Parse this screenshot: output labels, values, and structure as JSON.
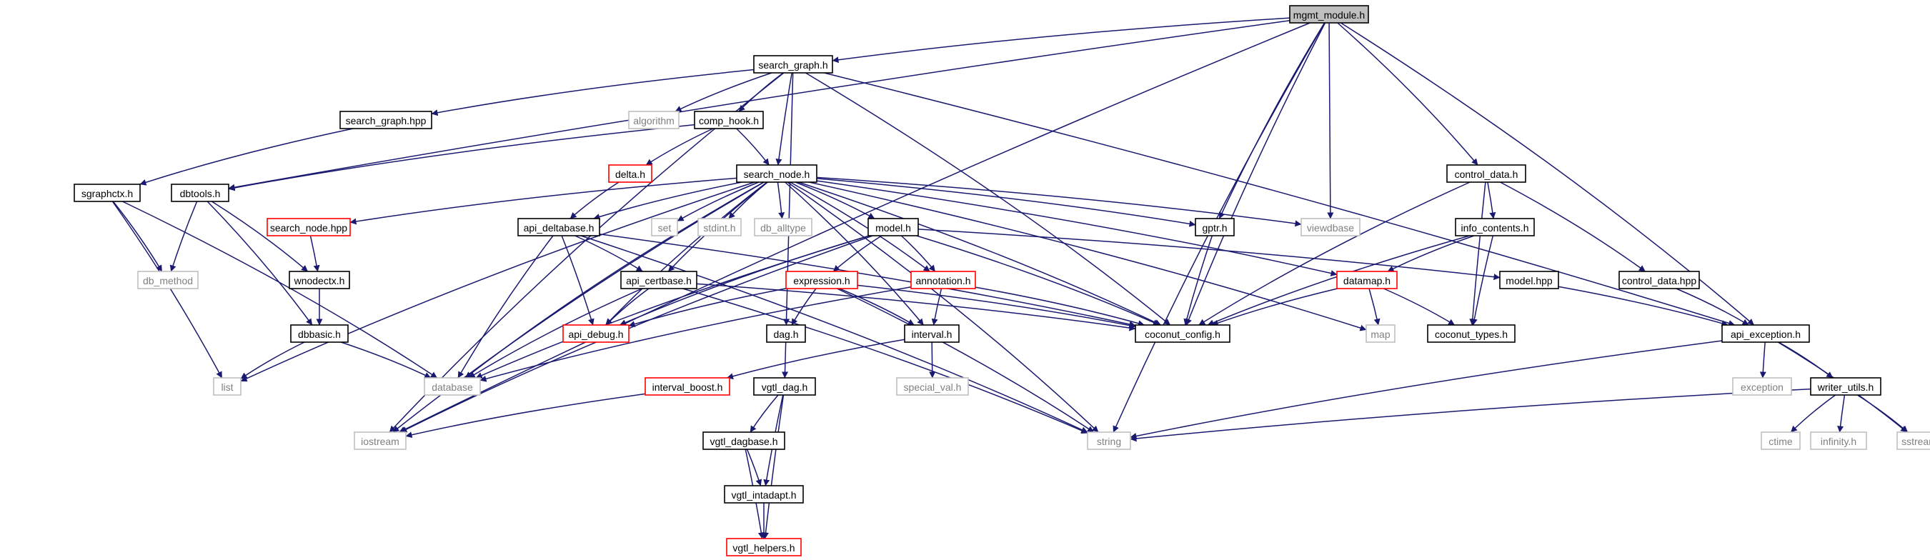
{
  "colors": {
    "edge": "#191970",
    "root_fill": "#bfbfbf",
    "documented_border": "#000000",
    "truncated_border": "#ff0000",
    "external_border": "#bfbfbf",
    "external_text": "#808080",
    "text": "#000000"
  },
  "nodes": [
    {
      "id": "mgmt_module",
      "label": "mgmt_module.h",
      "kind": "root"
    },
    {
      "id": "search_graph",
      "label": "search_graph.h",
      "kind": "doc"
    },
    {
      "id": "search_graph_hpp",
      "label": "search_graph.hpp",
      "kind": "doc"
    },
    {
      "id": "algorithm",
      "label": "algorithm",
      "kind": "ext"
    },
    {
      "id": "comp_hook",
      "label": "comp_hook.h",
      "kind": "doc"
    },
    {
      "id": "delta",
      "label": "delta.h",
      "kind": "trunc"
    },
    {
      "id": "search_node",
      "label": "search_node.h",
      "kind": "doc"
    },
    {
      "id": "sgraphctx",
      "label": "sgraphctx.h",
      "kind": "doc"
    },
    {
      "id": "dbtools",
      "label": "dbtools.h",
      "kind": "doc"
    },
    {
      "id": "search_node_hpp",
      "label": "search_node.hpp",
      "kind": "trunc"
    },
    {
      "id": "api_deltabase",
      "label": "api_deltabase.h",
      "kind": "doc"
    },
    {
      "id": "set",
      "label": "set",
      "kind": "ext"
    },
    {
      "id": "stdint",
      "label": "stdint.h",
      "kind": "ext"
    },
    {
      "id": "db_alltype",
      "label": "db_alltype",
      "kind": "ext"
    },
    {
      "id": "model_h",
      "label": "model.h",
      "kind": "doc"
    },
    {
      "id": "gptr",
      "label": "gptr.h",
      "kind": "doc"
    },
    {
      "id": "viewdbase",
      "label": "viewdbase",
      "kind": "ext"
    },
    {
      "id": "control_data",
      "label": "control_data.h",
      "kind": "doc"
    },
    {
      "id": "info_contents",
      "label": "info_contents.h",
      "kind": "doc"
    },
    {
      "id": "db_method",
      "label": "db_method",
      "kind": "ext"
    },
    {
      "id": "wnodectx",
      "label": "wnodectx.h",
      "kind": "doc"
    },
    {
      "id": "api_certbase",
      "label": "api_certbase.h",
      "kind": "doc"
    },
    {
      "id": "expression",
      "label": "expression.h",
      "kind": "trunc"
    },
    {
      "id": "annotation",
      "label": "annotation.h",
      "kind": "trunc"
    },
    {
      "id": "datamap",
      "label": "datamap.h",
      "kind": "trunc"
    },
    {
      "id": "model_hpp",
      "label": "model.hpp",
      "kind": "doc"
    },
    {
      "id": "control_data_hpp",
      "label": "control_data.hpp",
      "kind": "doc"
    },
    {
      "id": "dbbasic",
      "label": "dbbasic.h",
      "kind": "doc"
    },
    {
      "id": "api_debug",
      "label": "api_debug.h",
      "kind": "trunc"
    },
    {
      "id": "dag",
      "label": "dag.h",
      "kind": "doc"
    },
    {
      "id": "interval",
      "label": "interval.h",
      "kind": "doc"
    },
    {
      "id": "coconut_config",
      "label": "coconut_config.h",
      "kind": "doc"
    },
    {
      "id": "map",
      "label": "map",
      "kind": "ext"
    },
    {
      "id": "coconut_types",
      "label": "coconut_types.h",
      "kind": "doc"
    },
    {
      "id": "api_exception",
      "label": "api_exception.h",
      "kind": "doc"
    },
    {
      "id": "list",
      "label": "list",
      "kind": "ext"
    },
    {
      "id": "database",
      "label": "database",
      "kind": "ext"
    },
    {
      "id": "interval_boost",
      "label": "interval_boost.h",
      "kind": "trunc"
    },
    {
      "id": "vgtl_dag",
      "label": "vgtl_dag.h",
      "kind": "doc"
    },
    {
      "id": "special_val",
      "label": "special_val.h",
      "kind": "ext"
    },
    {
      "id": "exception",
      "label": "exception",
      "kind": "ext"
    },
    {
      "id": "writer_utils",
      "label": "writer_utils.h",
      "kind": "doc"
    },
    {
      "id": "iostream",
      "label": "iostream",
      "kind": "ext"
    },
    {
      "id": "vgtl_dagbase",
      "label": "vgtl_dagbase.h",
      "kind": "doc"
    },
    {
      "id": "string",
      "label": "string",
      "kind": "ext"
    },
    {
      "id": "ctime",
      "label": "ctime",
      "kind": "ext"
    },
    {
      "id": "infinity",
      "label": "infinity.h",
      "kind": "ext"
    },
    {
      "id": "sstream",
      "label": "sstream",
      "kind": "ext"
    },
    {
      "id": "vgtl_intadapt",
      "label": "vgtl_intadapt.h",
      "kind": "doc"
    },
    {
      "id": "vgtl_helpers",
      "label": "vgtl_helpers.h",
      "kind": "trunc"
    }
  ],
  "edges": [
    [
      "mgmt_module",
      "search_graph"
    ],
    [
      "mgmt_module",
      "iostream"
    ],
    [
      "mgmt_module",
      "dbtools"
    ],
    [
      "mgmt_module",
      "gptr"
    ],
    [
      "mgmt_module",
      "viewdbase"
    ],
    [
      "mgmt_module",
      "coconut_config"
    ],
    [
      "mgmt_module",
      "control_data"
    ],
    [
      "mgmt_module",
      "api_exception"
    ],
    [
      "mgmt_module",
      "string"
    ],
    [
      "search_graph",
      "search_graph_hpp"
    ],
    [
      "search_graph",
      "algorithm"
    ],
    [
      "search_graph",
      "comp_hook"
    ],
    [
      "search_graph",
      "search_node"
    ],
    [
      "search_graph",
      "iostream"
    ],
    [
      "search_graph",
      "dag"
    ],
    [
      "search_graph",
      "coconut_config"
    ],
    [
      "search_graph",
      "api_exception"
    ],
    [
      "search_graph_hpp",
      "sgraphctx"
    ],
    [
      "comp_hook",
      "delta"
    ],
    [
      "comp_hook",
      "search_node"
    ],
    [
      "comp_hook",
      "dbtools"
    ],
    [
      "delta",
      "api_deltabase"
    ],
    [
      "search_node",
      "list"
    ],
    [
      "search_node",
      "search_node_hpp"
    ],
    [
      "search_node",
      "api_deltabase"
    ],
    [
      "search_node",
      "set"
    ],
    [
      "search_node",
      "stdint"
    ],
    [
      "search_node",
      "db_alltype"
    ],
    [
      "search_node",
      "model_h"
    ],
    [
      "search_node",
      "gptr"
    ],
    [
      "search_node",
      "viewdbase"
    ],
    [
      "search_node",
      "datamap"
    ],
    [
      "search_node",
      "annotation"
    ],
    [
      "search_node",
      "api_certbase"
    ],
    [
      "search_node",
      "api_debug"
    ],
    [
      "search_node",
      "database"
    ],
    [
      "search_node",
      "iostream"
    ],
    [
      "search_node",
      "coconut_config"
    ],
    [
      "search_node",
      "map"
    ],
    [
      "search_node",
      "string"
    ],
    [
      "search_node",
      "interval"
    ],
    [
      "sgraphctx",
      "db_method"
    ],
    [
      "sgraphctx",
      "list"
    ],
    [
      "sgraphctx",
      "database"
    ],
    [
      "dbtools",
      "db_method"
    ],
    [
      "dbtools",
      "wnodectx"
    ],
    [
      "dbtools",
      "dbbasic"
    ],
    [
      "search_node_hpp",
      "wnodectx"
    ],
    [
      "wnodectx",
      "dbbasic"
    ],
    [
      "dbbasic",
      "list"
    ],
    [
      "dbbasic",
      "database"
    ],
    [
      "api_deltabase",
      "api_certbase"
    ],
    [
      "api_deltabase",
      "api_debug"
    ],
    [
      "api_deltabase",
      "database"
    ],
    [
      "api_deltabase",
      "string"
    ],
    [
      "api_deltabase",
      "coconut_config"
    ],
    [
      "api_certbase",
      "api_debug"
    ],
    [
      "api_certbase",
      "database"
    ],
    [
      "api_certbase",
      "coconut_config"
    ],
    [
      "api_certbase",
      "string"
    ],
    [
      "model_h",
      "expression"
    ],
    [
      "model_h",
      "annotation"
    ],
    [
      "model_h",
      "model_hpp"
    ],
    [
      "model_h",
      "api_debug"
    ],
    [
      "model_h",
      "database"
    ],
    [
      "model_h",
      "coconut_config"
    ],
    [
      "model_h",
      "iostream"
    ],
    [
      "expression",
      "api_debug"
    ],
    [
      "expression",
      "dag"
    ],
    [
      "expression",
      "interval"
    ],
    [
      "expression",
      "coconut_config"
    ],
    [
      "expression",
      "string"
    ],
    [
      "annotation",
      "interval"
    ],
    [
      "annotation",
      "database"
    ],
    [
      "annotation",
      "coconut_config"
    ],
    [
      "gptr",
      "coconut_config"
    ],
    [
      "control_data",
      "info_contents"
    ],
    [
      "control_data",
      "coconut_config"
    ],
    [
      "control_data",
      "coconut_types"
    ],
    [
      "control_data",
      "control_data_hpp"
    ],
    [
      "info_contents",
      "datamap"
    ],
    [
      "info_contents",
      "coconut_types"
    ],
    [
      "info_contents",
      "coconut_config"
    ],
    [
      "datamap",
      "map"
    ],
    [
      "datamap",
      "coconut_types"
    ],
    [
      "datamap",
      "coconut_config"
    ],
    [
      "model_hpp",
      "api_exception"
    ],
    [
      "control_data_hpp",
      "api_exception"
    ],
    [
      "dag",
      "vgtl_dag"
    ],
    [
      "interval",
      "interval_boost"
    ],
    [
      "interval",
      "special_val"
    ],
    [
      "interval_boost",
      "iostream"
    ],
    [
      "vgtl_dag",
      "vgtl_dagbase"
    ],
    [
      "vgtl_dag",
      "vgtl_intadapt"
    ],
    [
      "vgtl_dag",
      "vgtl_helpers"
    ],
    [
      "vgtl_dagbase",
      "vgtl_intadapt"
    ],
    [
      "vgtl_dagbase",
      "vgtl_helpers"
    ],
    [
      "vgtl_intadapt",
      "vgtl_helpers"
    ],
    [
      "api_exception",
      "exception"
    ],
    [
      "api_exception",
      "writer_utils"
    ],
    [
      "api_exception",
      "sstream"
    ],
    [
      "api_exception",
      "string"
    ],
    [
      "writer_utils",
      "ctime"
    ],
    [
      "writer_utils",
      "infinity"
    ],
    [
      "writer_utils",
      "sstream"
    ],
    [
      "writer_utils",
      "string"
    ]
  ]
}
